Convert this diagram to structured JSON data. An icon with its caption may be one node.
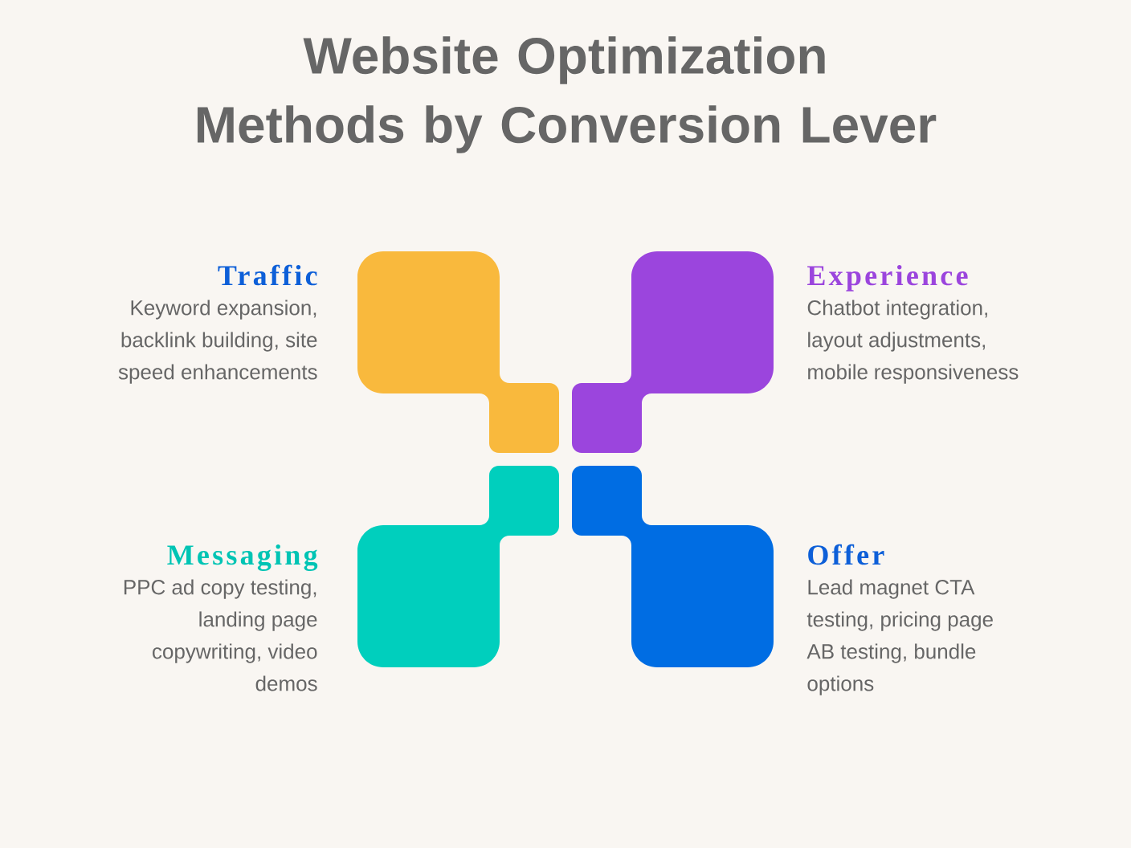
{
  "diagram": {
    "title": "Website Optimization Methods by Conversion Lever",
    "nodes": [
      {
        "text": [],
        "shape": "box",
        "beside": [
          "Traffic",
          "Keyword expansion, backlink building, site speed enhancements"
        ]
      },
      {
        "text": [],
        "shape": "box",
        "beside": [
          "Experience",
          "Chatbot integration, layout adjustments, mobile responsiveness"
        ]
      },
      {
        "text": [],
        "shape": "box",
        "beside": [
          "Messaging",
          "PPC ad copy testing, landing page copywriting, video demos"
        ]
      },
      {
        "text": [],
        "shape": "box",
        "beside": [
          "Offer",
          "Lead magnet CTA testing, pricing page AB testing, bundle options"
        ]
      }
    ]
  }
}
